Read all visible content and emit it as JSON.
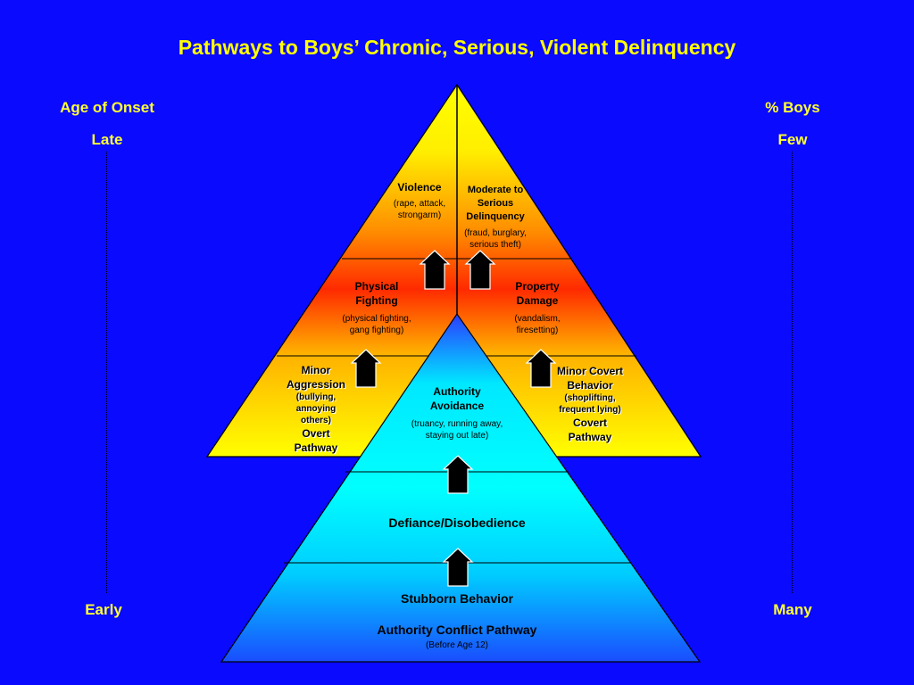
{
  "title": "Pathways to Boys’ Chronic, Serious, Violent Delinquency",
  "left_axis": {
    "heading": "Age of Onset",
    "top": "Late",
    "bottom": "Early"
  },
  "right_axis": {
    "heading": "% Boys",
    "top": "Few",
    "bottom": "Many"
  },
  "overt": {
    "top": {
      "label": "Violence",
      "detail": "(rape, attack, strongarm)"
    },
    "middle": {
      "label": "Physical Fighting",
      "detail": "(physical fighting, gang fighting)"
    },
    "bottom": {
      "label": "Minor Aggression",
      "detail": "(bullying, annoying others)",
      "pathway": "Overt Pathway"
    }
  },
  "covert": {
    "top": {
      "label": "Moderate to Serious Delinquency",
      "detail": "(fraud, burglary, serious theft)"
    },
    "middle": {
      "label": "Property Damage",
      "detail": "(vandalism, firesetting)"
    },
    "bottom": {
      "label": "Minor Covert Behavior",
      "detail": "(shoplifting, frequent lying)",
      "pathway": "Covert Pathway"
    }
  },
  "authority": {
    "top": {
      "label": "Authority Avoidance",
      "detail": "(truancy, running away, staying out late)"
    },
    "middle": {
      "label": "Defiance/Disobedience"
    },
    "bottom": {
      "label": "Stubborn Behavior",
      "pathway": "Authority Conflict Pathway",
      "note": "(Before Age 12)"
    }
  },
  "colors": {
    "background": "#0a0aff",
    "title": "#ffff00",
    "warm_top": "#ff6a00",
    "warm_bottom": "#ffff00",
    "cool_top": "#0033ff",
    "cool_bottom": "#00ffff",
    "arrow": "#000000"
  }
}
